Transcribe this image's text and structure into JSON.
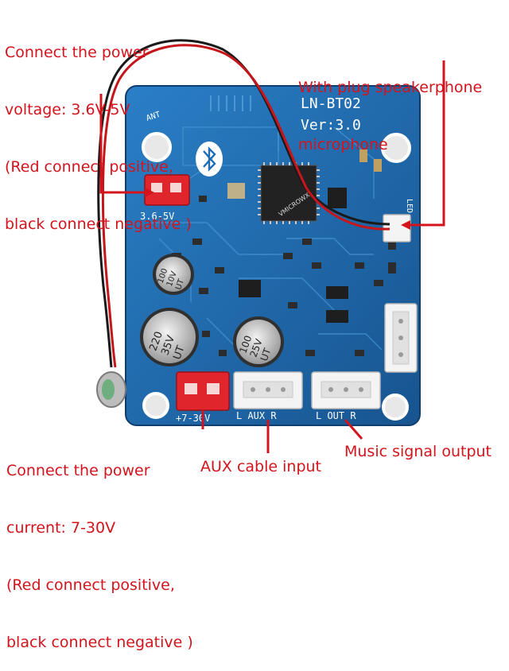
{
  "annotations": {
    "power_in_top": [
      "Connect the power",
      "voltage: 3.6V-5V",
      "(Red connect positive,",
      "black connect negative )"
    ],
    "speaker_mic": [
      "With plug speakerphone",
      "microphone"
    ],
    "power_in_bottom": [
      "Connect the power",
      "current: 7-30V",
      "(Red connect positive,",
      "black connect negative )"
    ],
    "aux_input": "AUX cable input",
    "music_output": "Music signal output"
  },
  "board": {
    "model": "LN-BT02",
    "version": "Ver:3.0",
    "antenna_label": "ANT",
    "voltage_label_top": "3.6-5V",
    "voltage_label_bottom": "+7-30V",
    "aux_label": "L AUX R",
    "out_label": "L OUT R",
    "led_label": "LED",
    "chip_brand": "VMICROWX",
    "cap_large": [
      "220",
      "35V",
      "UT"
    ],
    "cap_small": [
      "100",
      "25V",
      "UT"
    ],
    "cap_tiny": [
      "100",
      "10V",
      "UT"
    ]
  },
  "colors": {
    "board": "#1f6db3",
    "board_dark": "#174f88",
    "callout": "#d3141d",
    "connector_red": "#e0262c"
  }
}
